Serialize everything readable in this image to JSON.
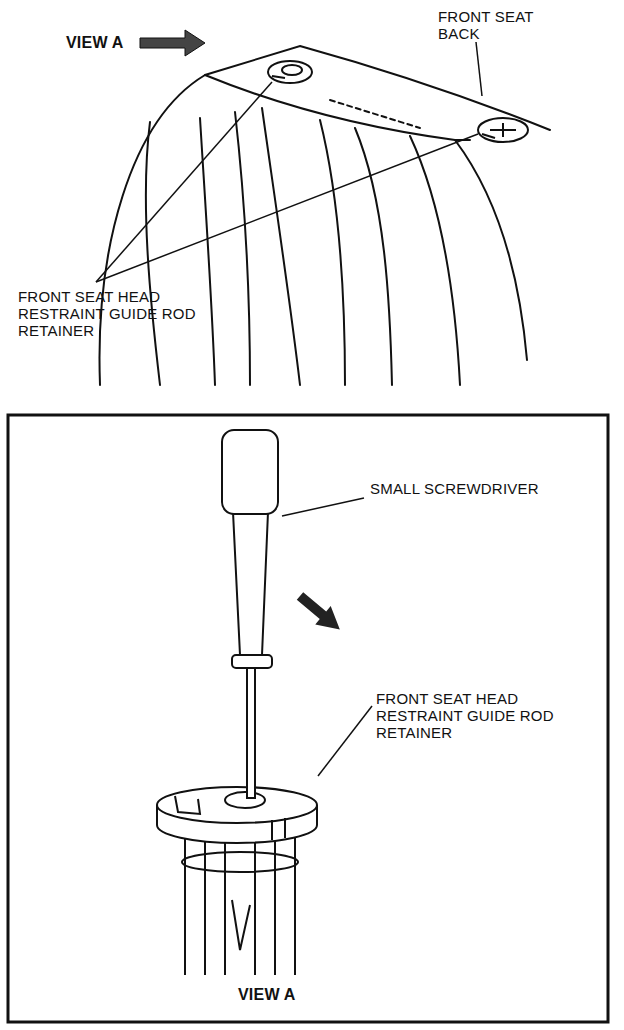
{
  "diagram": {
    "labels": [
      "VIEW A",
      "FRONT SEAT BACK",
      "FRONT SEAT HEAD RESTRAINT GUIDE ROD RETAINER",
      "SMALL SCREWDRIVER",
      "FRONT SEAT HEAD RESTRAINT GUIDE ROD RETAINER",
      "VIEW A"
    ]
  }
}
